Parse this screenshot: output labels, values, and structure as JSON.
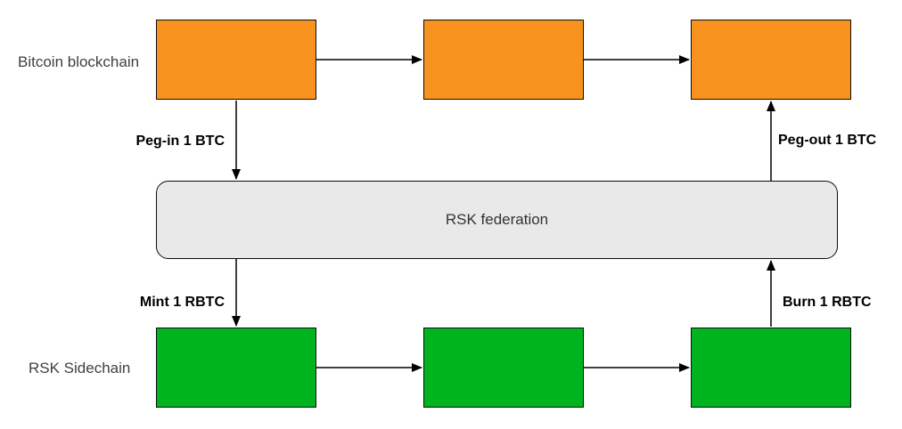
{
  "diagram": {
    "title_hint": "RSK two-way peg diagram",
    "lanes": {
      "bitcoin": {
        "label": "Bitcoin blockchain",
        "block_count": 3,
        "block_color": "#f7931e"
      },
      "rsk": {
        "label": "RSK Sidechain",
        "block_count": 3,
        "block_color": "#00b41e"
      }
    },
    "federation": {
      "label": "RSK federation",
      "fill_color": "#e9e9e9"
    },
    "edges": {
      "peg_in": "Peg-in 1 BTC",
      "mint": "Mint 1 RBTC",
      "burn": "Burn 1 RBTC",
      "peg_out": "Peg-out 1 BTC"
    },
    "colors": {
      "block_border": "#0d0d0d",
      "arrow": "#000000",
      "lane_label_text": "#3f3f3f",
      "edge_label_text": "#000000",
      "federation_text": "#333333",
      "background": "#ffffff"
    }
  }
}
